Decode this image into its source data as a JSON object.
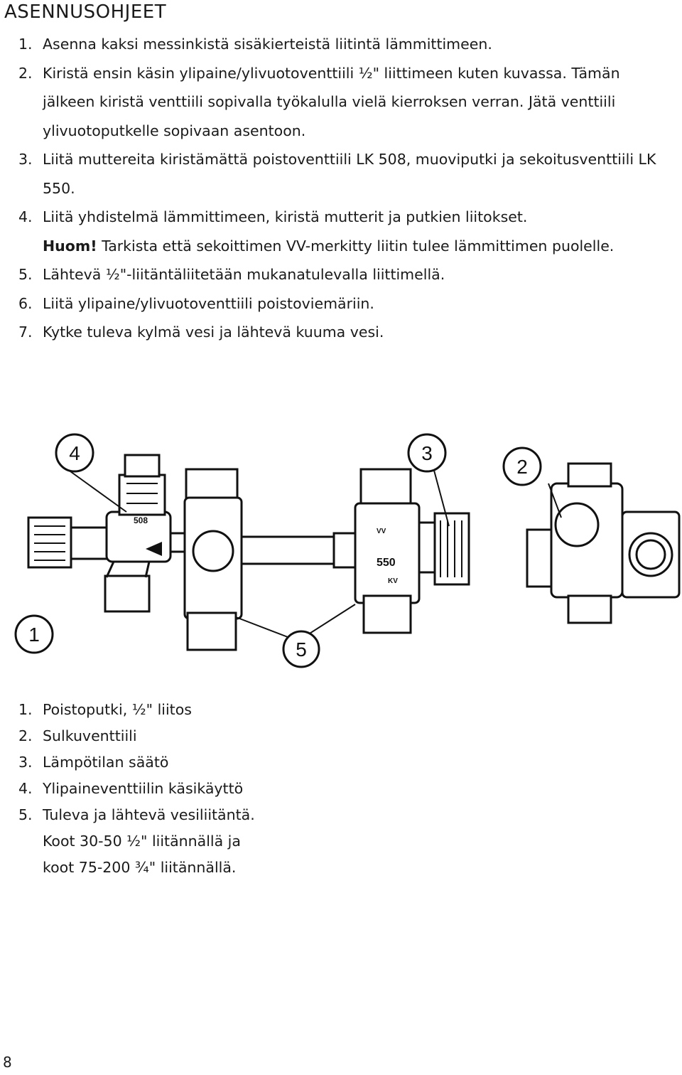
{
  "title": "ASENNUSOHJEET",
  "steps": [
    {
      "num": "1.",
      "text": "Asenna kaksi messinkistä sisäkierteistä liitintä lämmittimeen."
    },
    {
      "num": "2.",
      "text": "Kiristä ensin käsin ylipaine/ylivuotoventtiili ½\" liittimeen kuten kuvassa. Tämän jälkeen kiristä venttiili sopivalla työkalulla vielä kierroksen verran. Jätä venttiili ylivuotoputkelle sopivaan asentoon."
    },
    {
      "num": "3.",
      "text": "Liitä muttereita kiristämättä poistoventtiili LK 508, muoviputki ja sekoitusventtiili LK 550."
    },
    {
      "num": "4.",
      "text": "Liitä yhdistelmä lämmittimeen, kiristä mutterit ja putkien liitokset."
    },
    {
      "num": "5.",
      "text": "Lähtevä ½\"-liitäntäliitetään mukanatulevalla liittimellä."
    },
    {
      "num": "6.",
      "text": "Liitä ylipaine/ylivuotoventtiili poistoviemäriin."
    },
    {
      "num": "7.",
      "text": "Kytke tuleva kylmä vesi ja lähtevä kuuma vesi."
    }
  ],
  "note": {
    "bold": "Huom!",
    "text": " Tarkista että sekoittimen VV-merkitty liitin tulee lämmittimen puolelle."
  },
  "diagram": {
    "callouts": [
      "1",
      "2",
      "3",
      "4",
      "5"
    ],
    "labels": {
      "valve_508": "508",
      "valve_550": "550",
      "vv": "VV",
      "kv": "KV"
    }
  },
  "legend": [
    {
      "num": "1.",
      "text": "Poistoputki, ½\" liitos"
    },
    {
      "num": "2.",
      "text": "Sulkuventtiili"
    },
    {
      "num": "3.",
      "text": "Lämpötilan säätö"
    },
    {
      "num": "4.",
      "text": "Ylipaineventtiilin käsikäyttö"
    },
    {
      "num": "5.",
      "text": "Tuleva ja lähtevä vesiliitäntä."
    }
  ],
  "legend_continued": [
    "Koot 30-50 ½\" liitännällä ja",
    "koot 75-200 ¾\" liitännällä."
  ],
  "page_number": "8"
}
